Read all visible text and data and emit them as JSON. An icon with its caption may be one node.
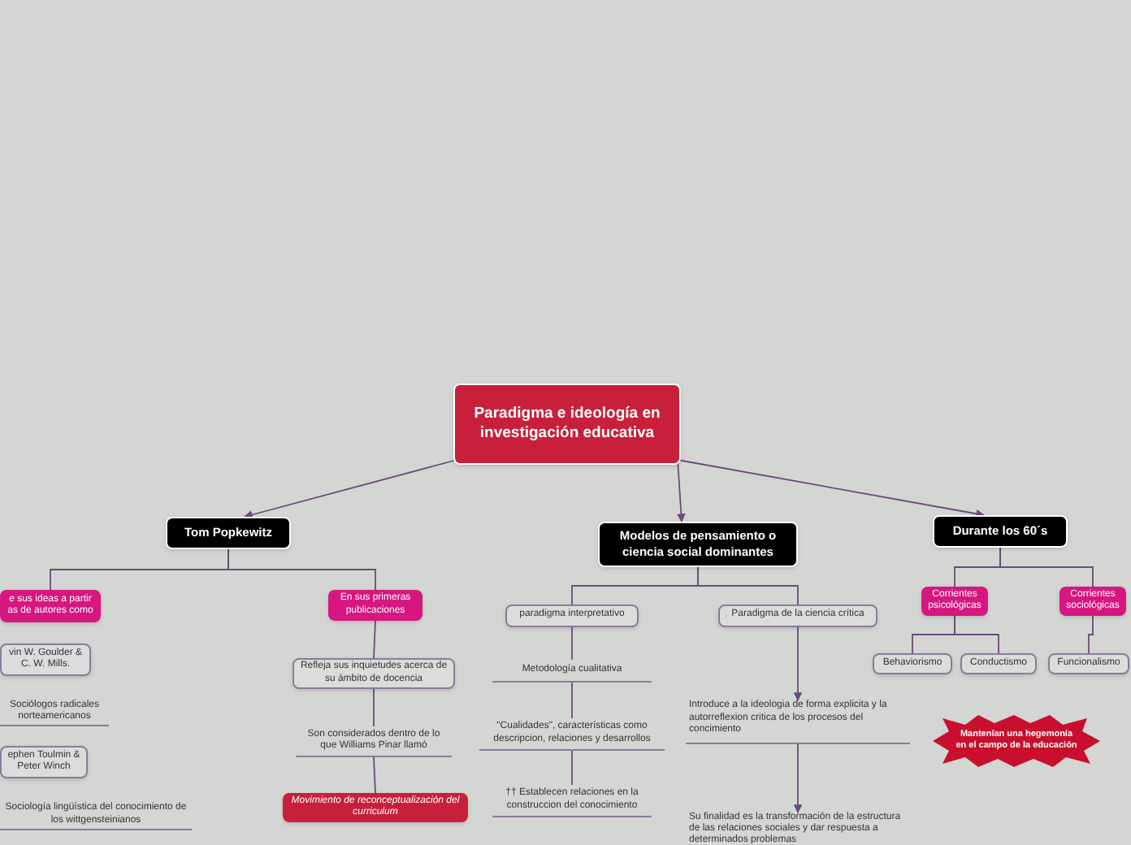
{
  "diagram": {
    "nodes": [
      {
        "text": [
          "Paradigma e ideología en investigación educativa"
        ]
      },
      {
        "text": [
          "Tom Popkewitz"
        ]
      },
      {
        "text": [
          "Modelos de pensamiento o ciencia social dominantes"
        ]
      },
      {
        "text": [
          "Durante los 60´s"
        ]
      },
      {
        "text": [
          "e sus ideas a partir as de autores como"
        ]
      },
      {
        "text": [
          "En sus primeras publicaciones"
        ]
      },
      {
        "text": [
          "vin W. Goulder & C. W. Mills."
        ]
      },
      {
        "text": [
          "Sociólogos radicales norteamericanos"
        ]
      },
      {
        "text": [
          "ephen Toulmin & Peter Winch"
        ]
      },
      {
        "text": [
          "Sociología lingüística del conocimiento de los wittgensteinianos"
        ]
      },
      {
        "text": [
          "Refleja sus inquietudes acerca de su ámbito de docencia"
        ]
      },
      {
        "text": [
          "Son considerados dentro de lo que Williams Pinar llamó"
        ]
      },
      {
        "text": [
          "Movimiento de reconceptualización del curriculum"
        ]
      },
      {
        "text": [
          "paradigma interpretativo"
        ]
      },
      {
        "text": [
          "Paradigma de la ciencia crítica"
        ]
      },
      {
        "text": [
          "Metodología cualitativa"
        ]
      },
      {
        "text": [
          "\"Cualidades\", características como descripcion, relaciones y desarrollos"
        ]
      },
      {
        "text": [
          "†† Establecen relaciones en la construccion del conocimiento"
        ]
      },
      {
        "text": [
          "Introduce a la ideologia de forma explicita y la autorreflexion critica de los procesos del concimiento"
        ]
      },
      {
        "text": [
          "Su finalidad es la transformación de la estructura de las relaciones sociales y dar respuesta a determinados problemas"
        ]
      },
      {
        "text": [
          "Corrientes psicológicas"
        ]
      },
      {
        "text": [
          "Corrientes sociológicas"
        ]
      },
      {
        "text": [
          "Behaviorismo"
        ]
      },
      {
        "text": [
          "Conductismo"
        ]
      },
      {
        "text": [
          "Funcionalismo"
        ]
      },
      {
        "text": [
          "Mantenían una hegemonía en el campo de la educación"
        ]
      }
    ],
    "edges": [
      {
        "from": 0,
        "to": 1,
        "arrow": "to"
      },
      {
        "from": 0,
        "to": 2,
        "arrow": "to"
      },
      {
        "from": 0,
        "to": 3,
        "arrow": "to"
      },
      {
        "from": 1,
        "to": 4,
        "arrow": "none"
      },
      {
        "from": 1,
        "to": 5,
        "arrow": "none"
      },
      {
        "from": 5,
        "to": 10,
        "arrow": "none"
      },
      {
        "from": 10,
        "to": 11,
        "arrow": "none"
      },
      {
        "from": 11,
        "to": 12,
        "arrow": "none"
      },
      {
        "from": 2,
        "to": 13,
        "arrow": "none"
      },
      {
        "from": 2,
        "to": 14,
        "arrow": "none"
      },
      {
        "from": 13,
        "to": 15,
        "arrow": "none"
      },
      {
        "from": 15,
        "to": 16,
        "arrow": "none"
      },
      {
        "from": 16,
        "to": 17,
        "arrow": "none"
      },
      {
        "from": 14,
        "to": 18,
        "arrow": "to"
      },
      {
        "from": 18,
        "to": 19,
        "arrow": "to"
      },
      {
        "from": 3,
        "to": 20,
        "arrow": "none"
      },
      {
        "from": 3,
        "to": 21,
        "arrow": "none"
      },
      {
        "from": 20,
        "to": 22,
        "arrow": "none"
      },
      {
        "from": 20,
        "to": 23,
        "arrow": "none"
      },
      {
        "from": 21,
        "to": 24,
        "arrow": "none"
      }
    ]
  }
}
